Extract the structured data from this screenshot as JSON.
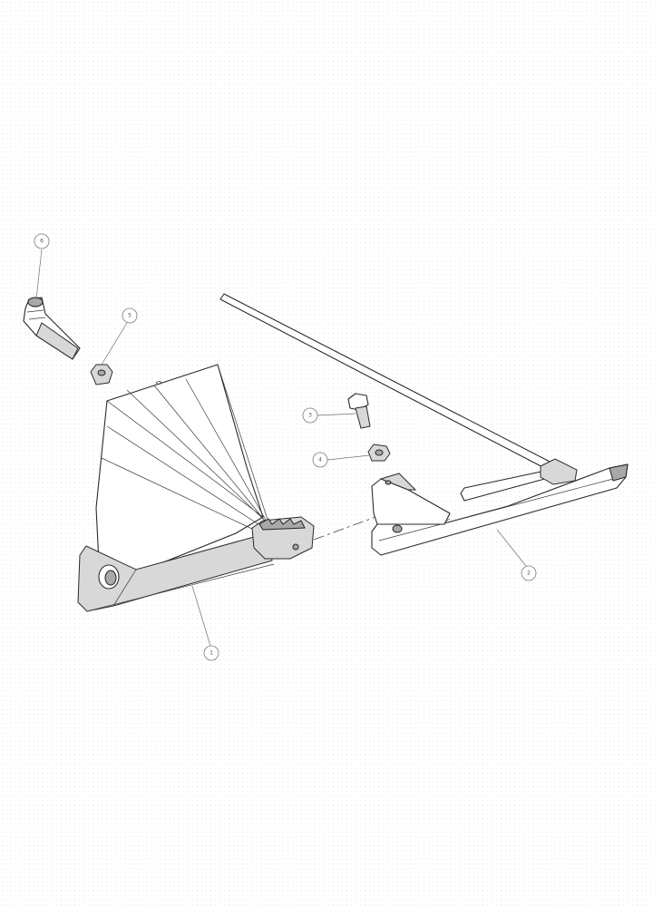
{
  "callouts": [
    {
      "id": "item-1",
      "label": "1"
    },
    {
      "id": "item-2",
      "label": "2"
    },
    {
      "id": "item-3",
      "label": "3"
    },
    {
      "id": "item-4",
      "label": "4"
    },
    {
      "id": "item-5",
      "label": "5"
    },
    {
      "id": "item-6",
      "label": "6"
    }
  ]
}
